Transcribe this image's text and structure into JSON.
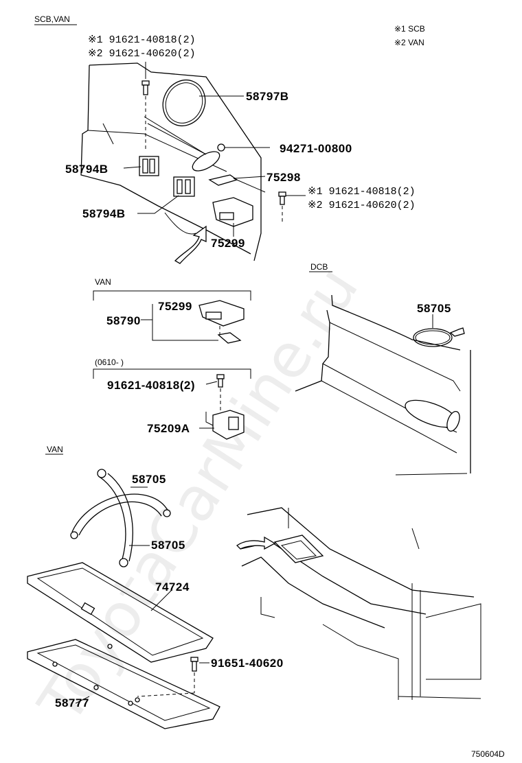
{
  "watermark": "ToyotaCarMine.ru",
  "section_scb_van": "SCB,VAN",
  "legend": {
    "note1": "※1  SCB",
    "note2": "※2  VAN"
  },
  "parts": {
    "bolt_top_1": "※1 91621-40818(2)",
    "bolt_top_2": "※2 91621-40620(2)",
    "p58797B": "58797B",
    "p94271": "94271-00800",
    "p58794B_a": "58794B",
    "p75298": "75298",
    "bolt_mid_1": "※1 91621-40818(2)",
    "bolt_mid_2": "※2 91621-40620(2)",
    "p58794B_b": "58794B",
    "p75299": "75299"
  },
  "section_van_kit": "VAN",
  "kit": {
    "p58790": "58790",
    "p75299": "75299"
  },
  "section_0610": "(0610-        )",
  "part_0610": {
    "bolt": "91621-40818(2)",
    "p75209A": "75209A"
  },
  "section_dcb": "DCB",
  "dcb": {
    "p58705": "58705"
  },
  "section_van_bottom": "VAN",
  "bottom": {
    "p58705_a": "58705",
    "p58705_b": "58705",
    "p74724": "74724",
    "p91651": "91651-40620",
    "p58777": "58777"
  },
  "diagram_code": "750604D"
}
